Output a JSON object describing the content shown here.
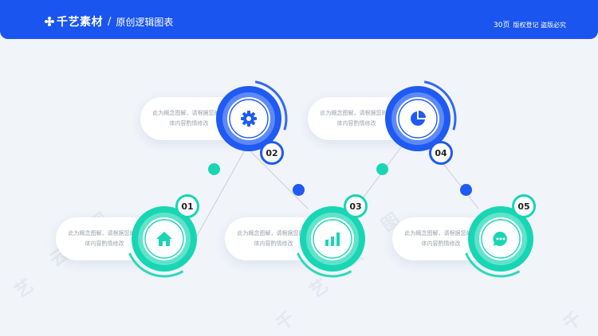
{
  "header": {
    "brand_name": "千艺素材",
    "separator": "/",
    "subtitle": "原创逻辑图表",
    "pages": "30页",
    "notice": "版权登记 盗版必究"
  },
  "colors": {
    "header_bg": "#1a55f0",
    "teal": "#18d6b4",
    "blue": "#1f5af2"
  },
  "items": [
    {
      "number": "01",
      "icon": "home-icon",
      "text_line1": "此为概念图解，请根据您的具",
      "text_line2": "体内容酌情修改"
    },
    {
      "number": "02",
      "icon": "gear-icon",
      "text_line1": "此为概念图解，请根据您的具",
      "text_line2": "体内容酌情修改"
    },
    {
      "number": "03",
      "icon": "bar-chart-icon",
      "text_line1": "此为概念图解，请根据您的具",
      "text_line2": "体内容酌情修改"
    },
    {
      "number": "04",
      "icon": "pie-chart-icon",
      "text_line1": "此为概念图解，请根据您的具",
      "text_line2": "体内容酌情修改"
    },
    {
      "number": "05",
      "icon": "chat-icon",
      "text_line1": "此为概念图解，请根据您的具",
      "text_line2": "体内容酌情修改"
    }
  ]
}
